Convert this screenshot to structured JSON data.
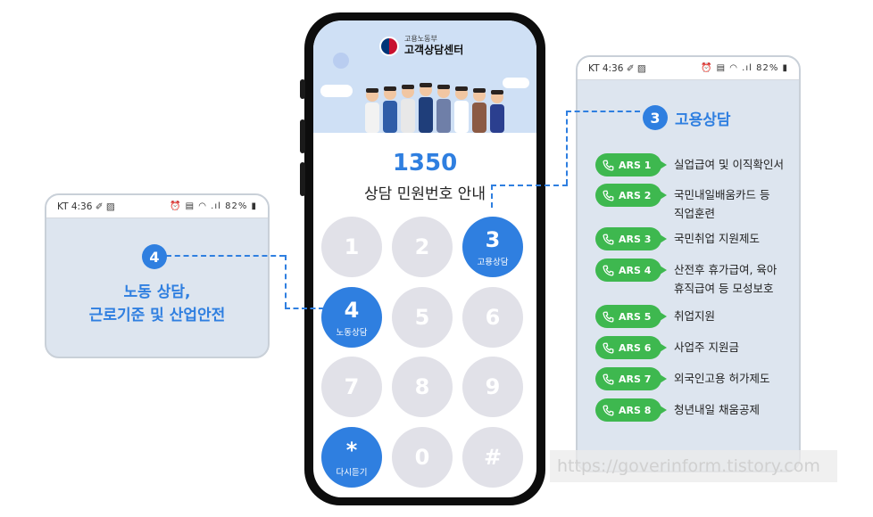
{
  "left_card": {
    "status_left": "KT 4:36 ✐ ▨",
    "status_right": "⏰ ▤ ◠ .ıl 82% ▮",
    "step_number": "4",
    "title_line1": "노동 상담,",
    "title_line2": "근로기준 및 산업안전"
  },
  "phone": {
    "org": "고용노동부",
    "center_name": "고객상담센터",
    "number": "1350",
    "subtitle": "상담 민원번호 안내",
    "keys": [
      {
        "label": "1",
        "sub": ""
      },
      {
        "label": "2",
        "sub": ""
      },
      {
        "label": "3",
        "sub": "고용상담"
      },
      {
        "label": "4",
        "sub": "노동상담"
      },
      {
        "label": "5",
        "sub": ""
      },
      {
        "label": "6",
        "sub": ""
      },
      {
        "label": "7",
        "sub": ""
      },
      {
        "label": "8",
        "sub": ""
      },
      {
        "label": "9",
        "sub": ""
      },
      {
        "label": "*",
        "sub": "다시듣기"
      },
      {
        "label": "0",
        "sub": ""
      },
      {
        "label": "#",
        "sub": ""
      }
    ]
  },
  "right_card": {
    "status_left": "KT 4:36 ✐ ▨",
    "status_right": "⏰ ▤ ◠ .ıl 82% ▮",
    "step_number": "3",
    "step_label": "고용상담",
    "items": [
      {
        "ars": "ARS 1",
        "line1": "실업급여 및 이직확인서",
        "line2": ""
      },
      {
        "ars": "ARS 2",
        "line1": "국민내일배움카드 등",
        "line2": "직업훈련"
      },
      {
        "ars": "ARS 3",
        "line1": "국민취업 지원제도",
        "line2": ""
      },
      {
        "ars": "ARS 4",
        "line1": "산전후 휴가급여, 육아",
        "line2": "휴직급여 등 모성보호"
      },
      {
        "ars": "ARS 5",
        "line1": "취업지원",
        "line2": ""
      },
      {
        "ars": "ARS 6",
        "line1": "사업주 지원금",
        "line2": ""
      },
      {
        "ars": "ARS 7",
        "line1": "외국인고용 허가제도",
        "line2": ""
      },
      {
        "ars": "ARS 8",
        "line1": "청년내일 채움공제",
        "line2": ""
      }
    ]
  },
  "watermark": "https://goverinform.tistory.com",
  "colors": {
    "accent": "#2f7fe0",
    "ars_green": "#3eb84f",
    "key_inactive": "#e1e1e8",
    "card_bg": "#dde5ef"
  }
}
